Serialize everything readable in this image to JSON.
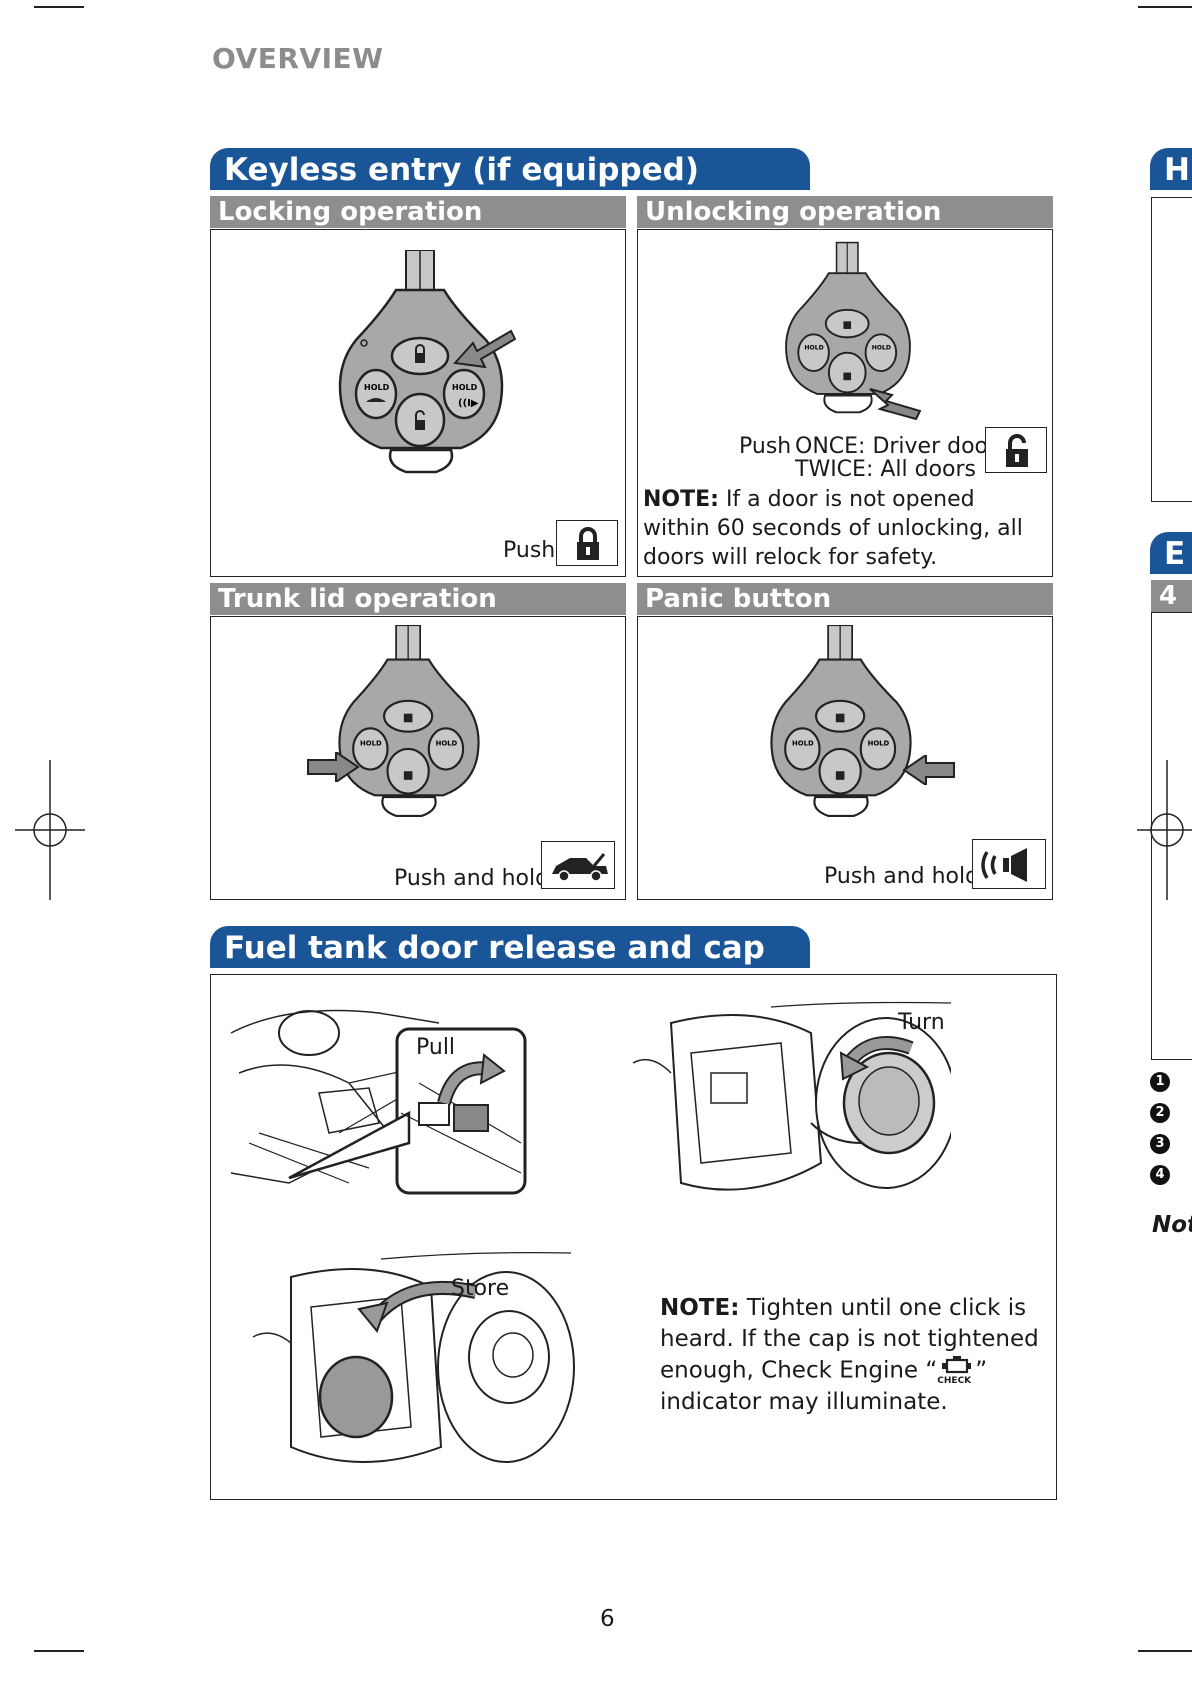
{
  "header": {
    "section": "OVERVIEW"
  },
  "keyless": {
    "title": "Keyless entry (if equipped)",
    "locking": {
      "title": "Locking operation",
      "action": "Push",
      "icon": "lock-icon"
    },
    "unlocking": {
      "title": "Unlocking operation",
      "push_label": "Push",
      "once": "ONCE: Driver door",
      "twice": "TWICE: All doors",
      "note_label": "NOTE:",
      "note_text": " If a door is not opened within 60 seconds of unlocking, all doors will relock for safety.",
      "icon": "unlock-icon"
    },
    "trunk": {
      "title": "Trunk lid operation",
      "action": "Push and hold",
      "icon": "trunk-icon"
    },
    "panic": {
      "title": "Panic button",
      "action": "Push and hold",
      "icon": "horn-icon"
    },
    "remote_buttons": {
      "hold": "HOLD"
    }
  },
  "fuel": {
    "title": "Fuel tank door release and cap",
    "pull_label": "Pull",
    "turn_label": "Turn",
    "store_label": "Store",
    "note_label": "NOTE:",
    "note_text_1": " Tighten until one click is heard. If the cap is not tightened enough, Check Engine “",
    "note_text_2": "” indicator may illuminate.",
    "check_icon_label": "CHECK"
  },
  "right_edge": {
    "tab1": "H",
    "tab2": "E",
    "sub": "4",
    "list_markers": [
      "1",
      "2",
      "3",
      "4"
    ],
    "note": "Not"
  },
  "footer": {
    "page_number": "6"
  }
}
